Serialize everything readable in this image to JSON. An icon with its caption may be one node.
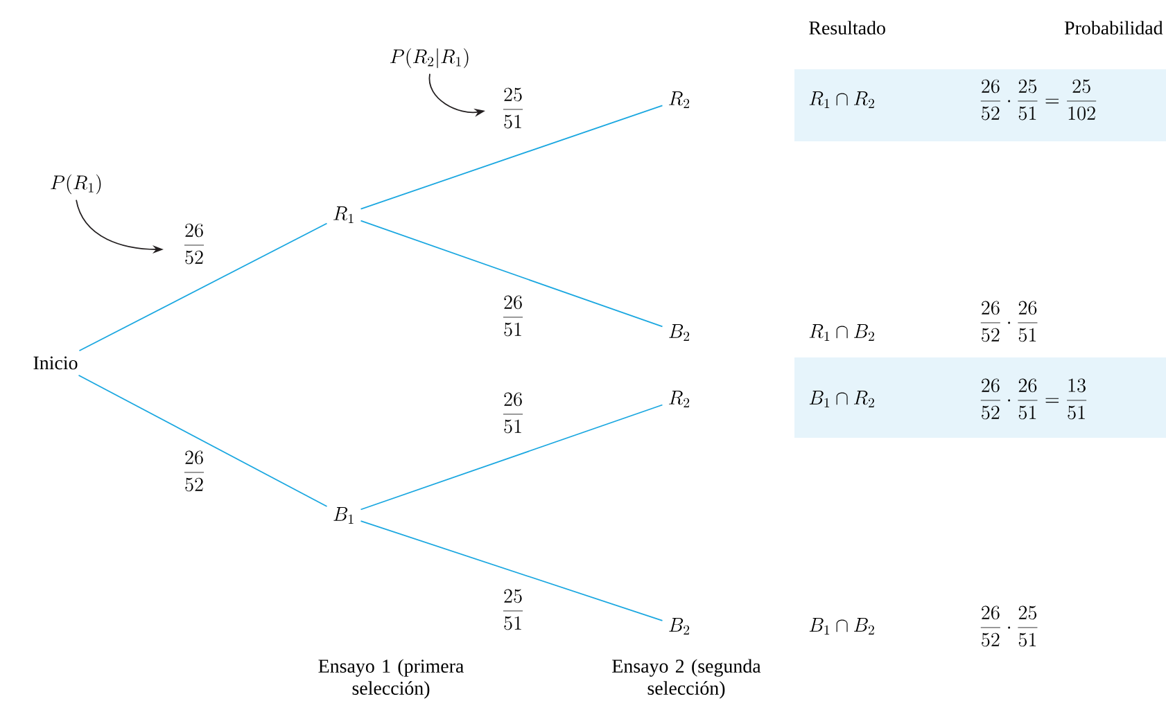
{
  "diagram": {
    "nodes": [
      {
        "text": [
          "\\mbox{Inicio}"
        ]
      },
      {
        "text": [
          "R_1"
        ]
      },
      {
        "text": [
          "B_1"
        ]
      },
      {
        "text": [
          "R_2"
        ]
      },
      {
        "text": [
          "B_2"
        ]
      },
      {
        "text": [
          "R_2"
        ]
      },
      {
        "text": [
          "B_2"
        ]
      },
      {
        "text": [
          "P(R_1)"
        ]
      },
      {
        "text": [
          "P(R_2|R_1)"
        ]
      }
    ],
    "edges": [
      {
        "from": 0,
        "to": 1,
        "arrow": "none",
        "label": "\\frac{26}{52}"
      },
      {
        "from": 0,
        "to": 2,
        "arrow": "none",
        "label": "\\frac{26}{52}"
      },
      {
        "from": 1,
        "to": 3,
        "arrow": "none",
        "label": "\\frac{25}{51}"
      },
      {
        "from": 1,
        "to": 4,
        "arrow": "none",
        "label": "\\frac{26}{51}"
      },
      {
        "from": 2,
        "to": 5,
        "arrow": "none",
        "label": "\\frac{26}{51}"
      },
      {
        "from": 2,
        "to": 6,
        "arrow": "none",
        "label": "\\frac{25}{51}"
      },
      {
        "from": 7,
        "to": null,
        "arrow": "to",
        "color": "#231f20"
      },
      {
        "from": 8,
        "to": null,
        "arrow": "to",
        "color": "#231f20"
      }
    ],
    "labels": [
      "Resultado",
      "Probabilidad",
      "R_1 \\cap R_2",
      "\\frac{26}{52}\\cdot\\frac{25}{51} = \\frac{25}{102}",
      "R_1 \\cap B_2",
      "\\frac{26}{52}\\cdot\\frac{26}{51}",
      "B_1 \\cap R_2",
      "\\frac{26}{52}\\cdot\\frac{26}{51} = \\frac{13}{51}",
      "B_1 \\cap B_2",
      "\\frac{26}{52}\\cdot\\frac{25}{51}",
      "Ensayo 1 (primera selección)",
      "Ensayo 2 (segunda selección)"
    ]
  }
}
